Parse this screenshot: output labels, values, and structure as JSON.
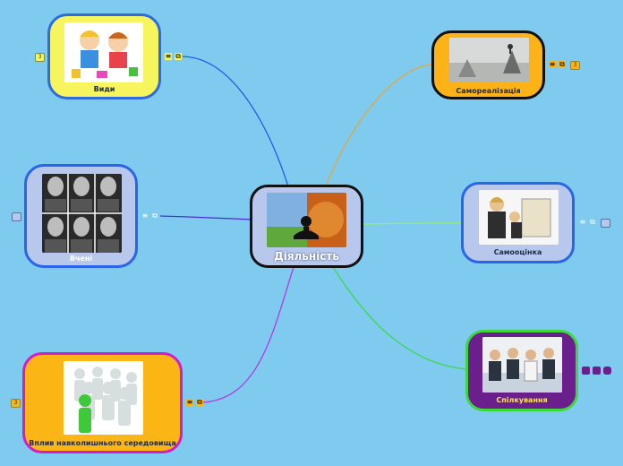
{
  "central": {
    "label": "Діяльність"
  },
  "nodes": {
    "vydy": {
      "label": "Види",
      "badge": "3"
    },
    "vcheni": {
      "label": "Вчені",
      "badge": ""
    },
    "vplyv": {
      "label": "Вплив навколишнього середовища",
      "badge": "3"
    },
    "samorealizatsiya": {
      "label": "Самореалізація",
      "badge": "3"
    },
    "samootsinka": {
      "label": "Самооцінка",
      "badge": ""
    },
    "spilkuvannya": {
      "label": "Спілкування",
      "badge": ""
    }
  },
  "icons": {
    "notes": "notes-icon",
    "link": "external-link-icon"
  },
  "colors": {
    "background": "#7fcbef",
    "central_border": "#111111",
    "vydy_fill": "#f7f55e",
    "vydy_border": "#2e6bde",
    "vcheni_fill": "#b8c8ec",
    "vcheni_border": "#2a64e8",
    "vplyv_fill": "#fbb514",
    "vplyv_border": "#d21ec9",
    "samorealizatsiya_fill": "#fdb316",
    "samootsinka_fill": "#b8c8ec",
    "spilkuvannya_fill": "#6a1f8c",
    "spilkuvannya_border": "#3fd83a"
  }
}
